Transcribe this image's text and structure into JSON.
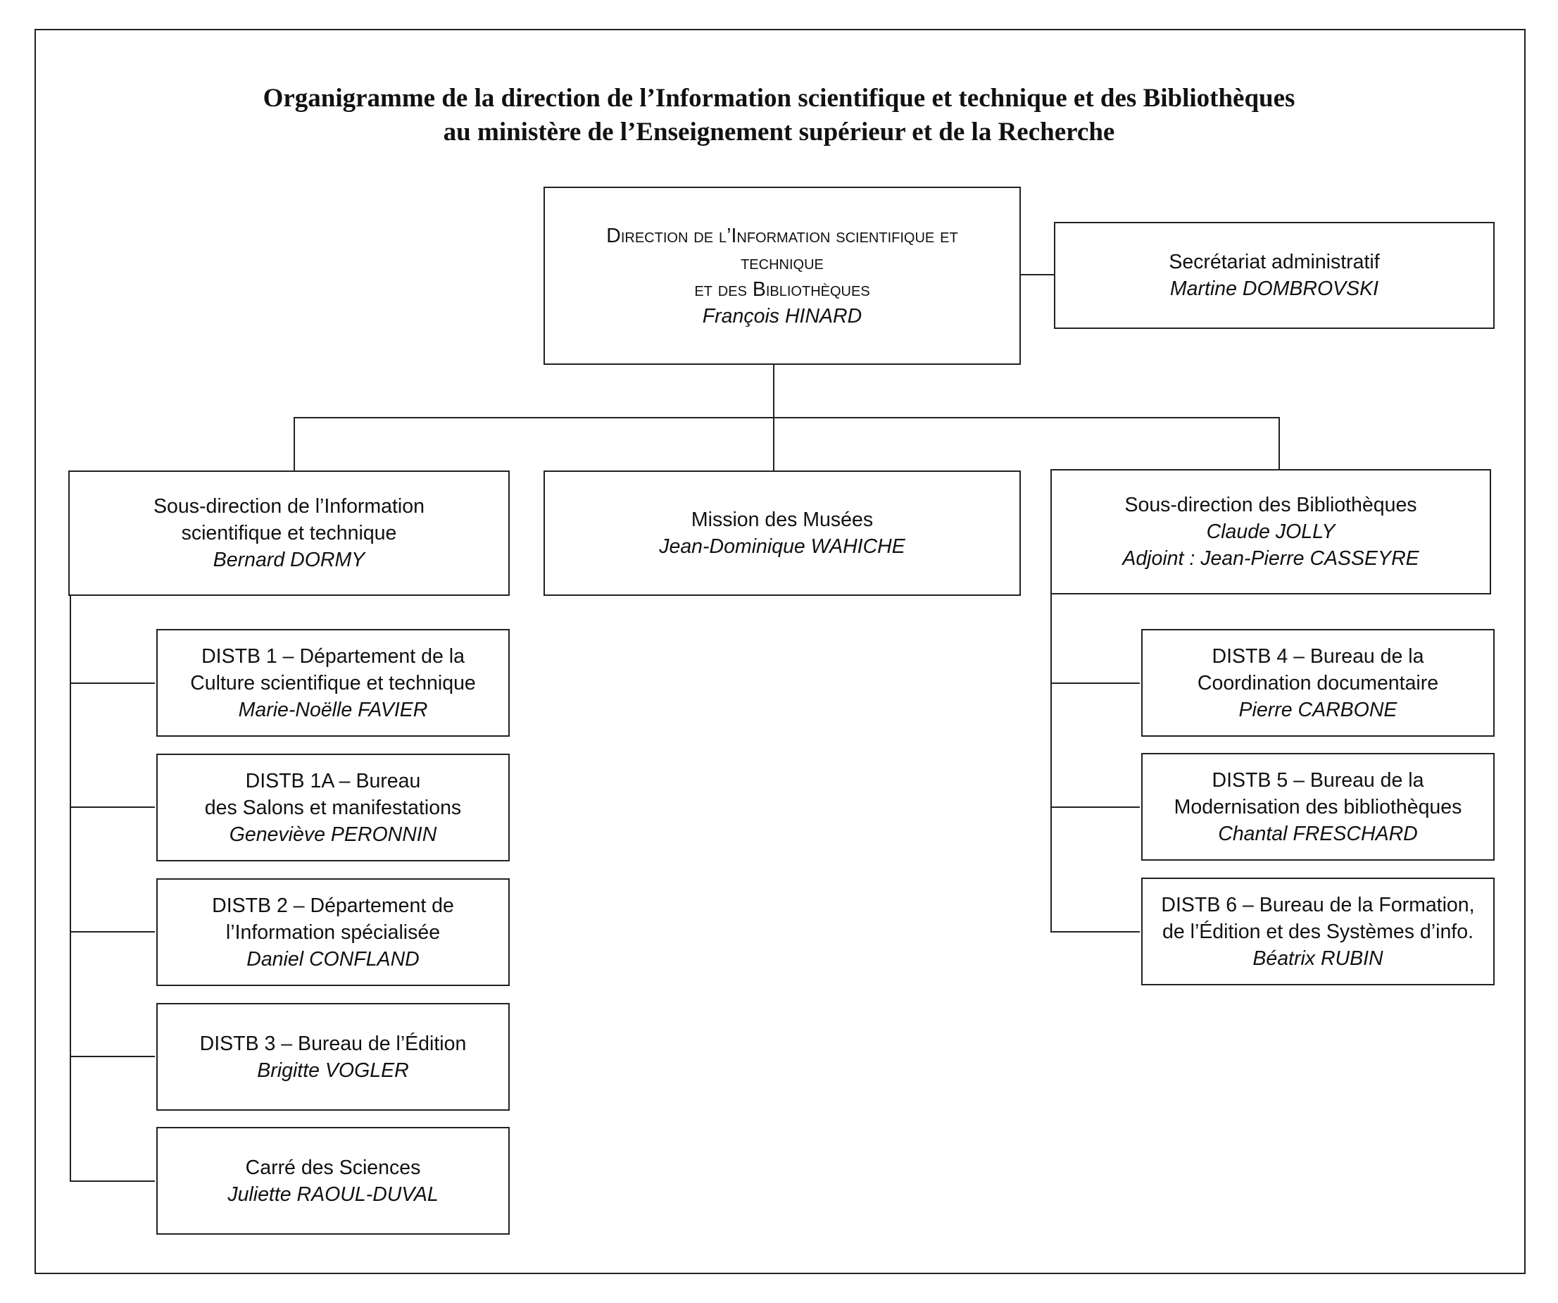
{
  "title": {
    "line1": "Organigramme de la direction de l’Information scientifique et technique et des Bibliothèques",
    "line2": "au ministère de l’Enseignement supérieur et de la Recherche"
  },
  "direction": {
    "line1": "Direction de l’Information scientifique et",
    "line2": "technique",
    "line3": "et des Bibliothèques",
    "name": "François HINARD"
  },
  "secretariat": {
    "label": "Secrétariat administratif",
    "name": "Martine DOMBROVSKI"
  },
  "sous_direction_ist": {
    "line1": "Sous-direction de l’Information",
    "line2": "scientifique et technique",
    "name": "Bernard DORMY"
  },
  "mission_musees": {
    "label": "Mission des Musées",
    "name": "Jean-Dominique WAHICHE"
  },
  "sous_direction_bib": {
    "label": "Sous-direction des Bibliothèques",
    "name": "Claude JOLLY",
    "adjoint": "Adjoint : Jean-Pierre CASSEYRE"
  },
  "left_units": [
    {
      "line1": "DISTB 1 – Département de la",
      "line2": "Culture scientifique et technique",
      "name": "Marie-Noëlle FAVIER"
    },
    {
      "line1": "DISTB 1A – Bureau",
      "line2": "des Salons et manifestations",
      "name": "Geneviève PERONNIN"
    },
    {
      "line1": "DISTB 2 – Département de",
      "line2": "l’Information spécialisée",
      "name": "Daniel CONFLAND"
    },
    {
      "line1": "DISTB 3 – Bureau de l’Édition",
      "name": "Brigitte VOGLER"
    },
    {
      "line1": "Carré des Sciences",
      "name": "Juliette RAOUL-DUVAL"
    }
  ],
  "right_units": [
    {
      "line1": "DISTB 4 – Bureau de la",
      "line2": "Coordination documentaire",
      "name": "Pierre CARBONE"
    },
    {
      "line1": "DISTB 5 – Bureau de la",
      "line2": "Modernisation des bibliothèques",
      "name": "Chantal FRESCHARD"
    },
    {
      "line1": "DISTB 6 – Bureau de la Formation,",
      "line2": "de l’Édition et des Systèmes d’info.",
      "name": "Béatrix RUBIN"
    }
  ]
}
